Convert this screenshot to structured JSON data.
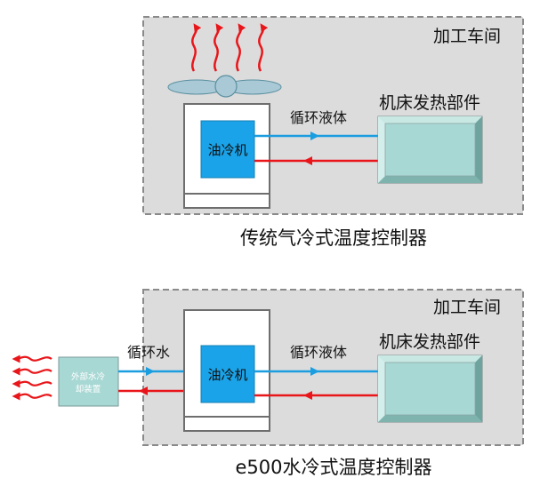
{
  "diagram_1": {
    "room_label": "加工车间",
    "chiller_label": "油冷机",
    "machine_label": "机床发热部件",
    "flow_label": "循环液体",
    "caption": "传统气冷式温度控制器"
  },
  "diagram_2": {
    "room_label": "加工车间",
    "chiller_label": "油冷机",
    "machine_label": "机床发热部件",
    "flow_label": "循环液体",
    "water_label": "循环水",
    "external_device_label_line1": "外部水冷",
    "external_device_label_line2": "却装置",
    "caption": "e500水冷式温度控制器"
  },
  "colors": {
    "room_fill": "#dcdcdc",
    "room_border": "#8a8a8a",
    "chiller_fill": "#1aa3e8",
    "machine_fill": "#a8d8d4",
    "cool_line": "#1a9ee0",
    "hot_line": "#e8161a",
    "heat_waves": "#e8161a",
    "fan_fill": "#a9c9d6"
  }
}
